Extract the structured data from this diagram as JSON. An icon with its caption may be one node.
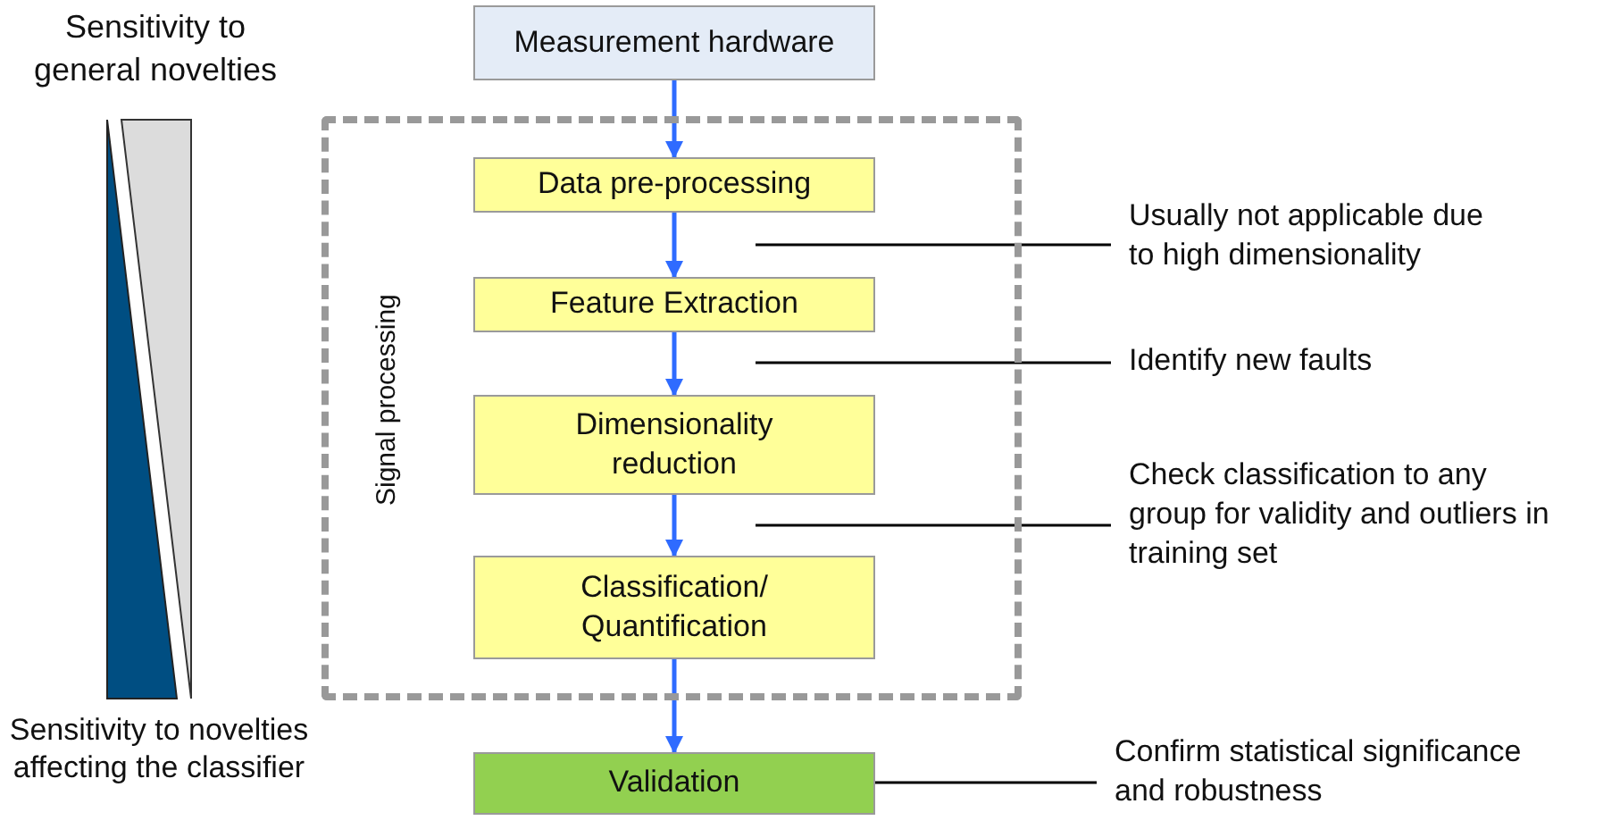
{
  "diagram": {
    "nodes": [
      {
        "text": [
          "Measurement hardware"
        ]
      },
      {
        "text": [
          "Signal processing"
        ]
      },
      {
        "text": [
          "Data pre-processing"
        ],
        "in": 1
      },
      {
        "text": [
          "Feature Extraction"
        ],
        "in": 1
      },
      {
        "text": [
          "Dimensionality reduction"
        ],
        "in": 1
      },
      {
        "text": [
          "Classification/ Quantification"
        ],
        "in": 1
      },
      {
        "text": [
          "Validation"
        ]
      },
      {
        "text": [
          "Usually not applicable due to high dimensionality"
        ]
      },
      {
        "text": [
          "Identify new faults"
        ]
      },
      {
        "text": [
          "Check classification to any group for validity and outliers in training set"
        ]
      },
      {
        "text": [
          "Confirm statistical significance and robustness"
        ]
      }
    ],
    "edges": [
      {
        "from": 0,
        "to": 2,
        "arrow": "to"
      },
      {
        "from": 2,
        "to": 3,
        "arrow": "to"
      },
      {
        "from": 3,
        "to": 4,
        "arrow": "to"
      },
      {
        "from": 4,
        "to": 5,
        "arrow": "to"
      },
      {
        "from": 5,
        "to": 6,
        "arrow": "to"
      },
      {
        "from": 7,
        "to": null,
        "arrow": "none",
        "color": "#000000"
      },
      {
        "from": 8,
        "to": null,
        "arrow": "none",
        "color": "#000000"
      },
      {
        "from": 9,
        "to": null,
        "arrow": "none",
        "color": "#000000"
      },
      {
        "from": 10,
        "to": 6,
        "arrow": "none",
        "color": "#000000"
      }
    ],
    "labels": [
      "Sensitivity to general novelties",
      "Sensitivity to novelties affecting the classifier"
    ]
  }
}
